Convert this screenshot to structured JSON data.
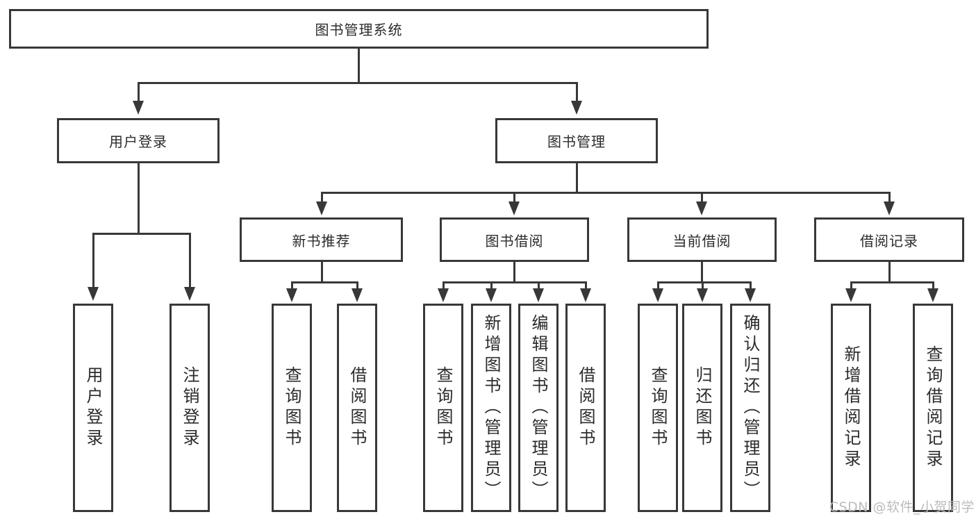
{
  "tree": {
    "root": {
      "label": "图书管理系统"
    },
    "branches": [
      {
        "label": "用户登录",
        "children": [
          {
            "label": "用户登录"
          },
          {
            "label": "注销登录"
          }
        ]
      },
      {
        "label": "图书管理",
        "children": [
          {
            "label": "新书推荐",
            "children": [
              {
                "label": "查询图书"
              },
              {
                "label": "借阅图书"
              }
            ]
          },
          {
            "label": "图书借阅",
            "children": [
              {
                "label": "查询图书"
              },
              {
                "label": "新增图书（管理员）"
              },
              {
                "label": "编辑图书（管理员）"
              },
              {
                "label": "借阅图书"
              }
            ]
          },
          {
            "label": "当前借阅",
            "children": [
              {
                "label": "查询图书"
              },
              {
                "label": "归还图书"
              },
              {
                "label": "确认归还（管理员）"
              }
            ]
          },
          {
            "label": "借阅记录",
            "children": [
              {
                "label": "新增借阅记录"
              },
              {
                "label": "查询借阅记录"
              }
            ]
          }
        ]
      }
    ]
  },
  "watermark": "CSDN @软件_小贺同学",
  "colors": {
    "line": "#383838",
    "text": "#2b2b2b",
    "watermark": "#bcbcbc",
    "bg": "#ffffff"
  }
}
